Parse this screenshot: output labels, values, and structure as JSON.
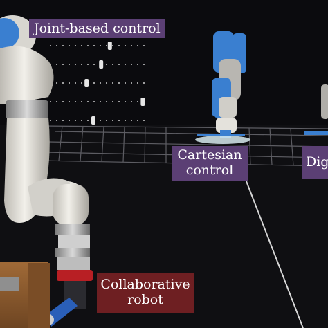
{
  "labels": {
    "joint_based": "Joint-based control",
    "cartesian_line1": "Cartesian",
    "cartesian_line2": "control",
    "digital_partial": "Dig",
    "collaborative_line1": "Collaborative",
    "collaborative_line2": "robot"
  },
  "colors": {
    "background": "#0a0a0c",
    "label_purple": "#5b3f74",
    "label_maroon": "#6e1f22",
    "robot_white": "#e8e6e0",
    "robot_blue": "#3a7fd0",
    "wood": "#8a5a2e"
  },
  "joint_sliders": [
    0.62,
    0.53,
    0.38,
    0.96,
    0.45
  ]
}
